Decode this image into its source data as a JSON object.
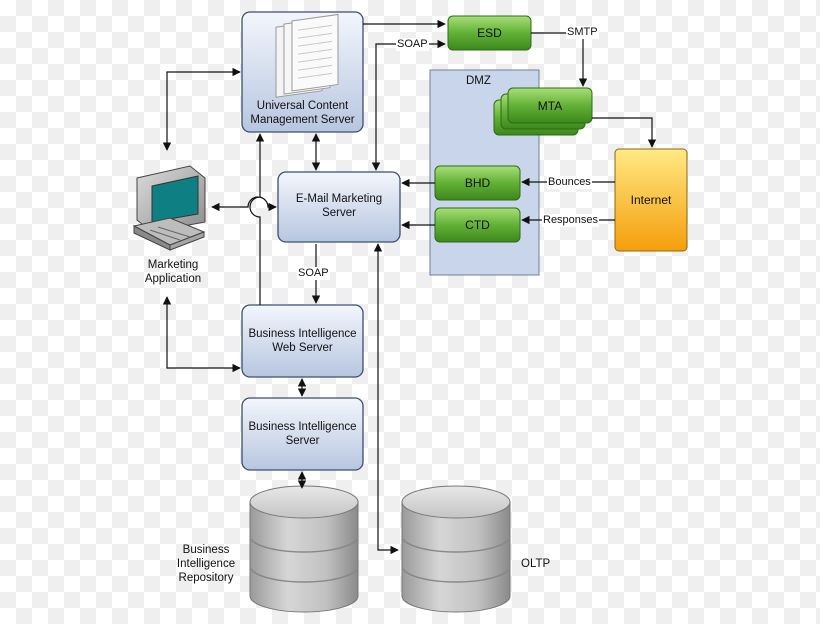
{
  "nodes": {
    "ucm": "Universal Content Management Server",
    "emm": "E-Mail Marketing Server",
    "biweb": "Business Intelligence Web Server",
    "bisrv": "Business Intelligence Server",
    "esd": "ESD",
    "mta": "MTA",
    "bhd": "BHD",
    "ctd": "CTD",
    "internet": "Internet",
    "dmz": "DMZ",
    "marketing_app": "Marketing Application",
    "bi_repo": "Business Intelligence Repository",
    "oltp": "OLTP"
  },
  "edges": {
    "soap_top": "SOAP",
    "smtp": "SMTP",
    "bounces": "Bounces",
    "responses": "Responses",
    "soap_mid": "SOAP"
  },
  "colors": {
    "blue_box_top": "#eaf0fa",
    "blue_box_bottom": "#b9c8e2",
    "green_top": "#9ad66b",
    "green_bottom": "#3f8a1f",
    "orange_top": "#ffe37a",
    "orange_bottom": "#f5a20a",
    "dmz_fill": "#c9d5ea"
  }
}
